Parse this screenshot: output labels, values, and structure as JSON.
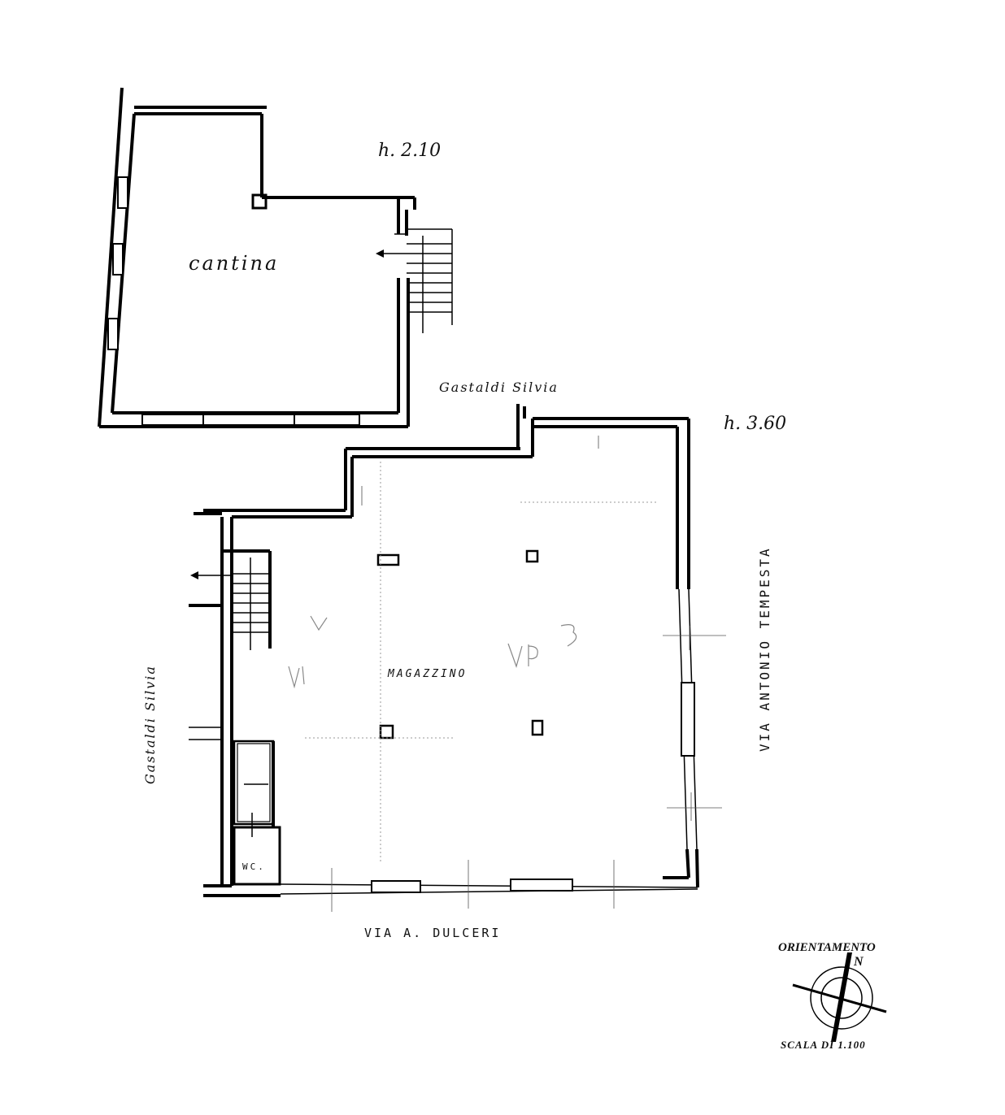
{
  "labels": {
    "height_cellar": "h. 2.10",
    "height_warehouse": "h. 3.60",
    "cellar": "cantina",
    "warehouse": "MAGAZZINO",
    "wc": "WC.",
    "neighbor_top": "Gastaldi Silvia",
    "neighbor_left": "Gastaldi Silvia",
    "street_right": "VIA ANTONIO TEMPESTA",
    "street_bottom": "VIA A. DULCERI",
    "orientation": "ORIENTAMENTO",
    "north": "N",
    "scale": "SCALA DI 1.100"
  }
}
